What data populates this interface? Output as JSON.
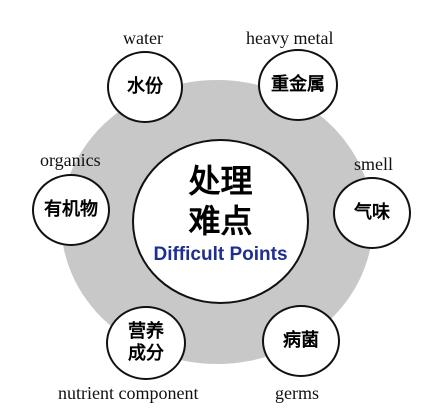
{
  "center": {
    "title_line1": "处理",
    "title_line2": "难点",
    "subtitle": "Difficult Points"
  },
  "nodes": [
    {
      "label": "水份",
      "caption": "water"
    },
    {
      "label": "重金属",
      "caption": "heavy metal"
    },
    {
      "label": "有机物",
      "caption": "organics"
    },
    {
      "label": "气味",
      "caption": "smell"
    },
    {
      "label_line1": "营养",
      "label_line2": "成分",
      "caption": "nutrient component"
    },
    {
      "label": "病菌",
      "caption": "germs"
    }
  ],
  "colors": {
    "ring": "#c8c8c8",
    "subtitle": "#1f2f8f"
  }
}
